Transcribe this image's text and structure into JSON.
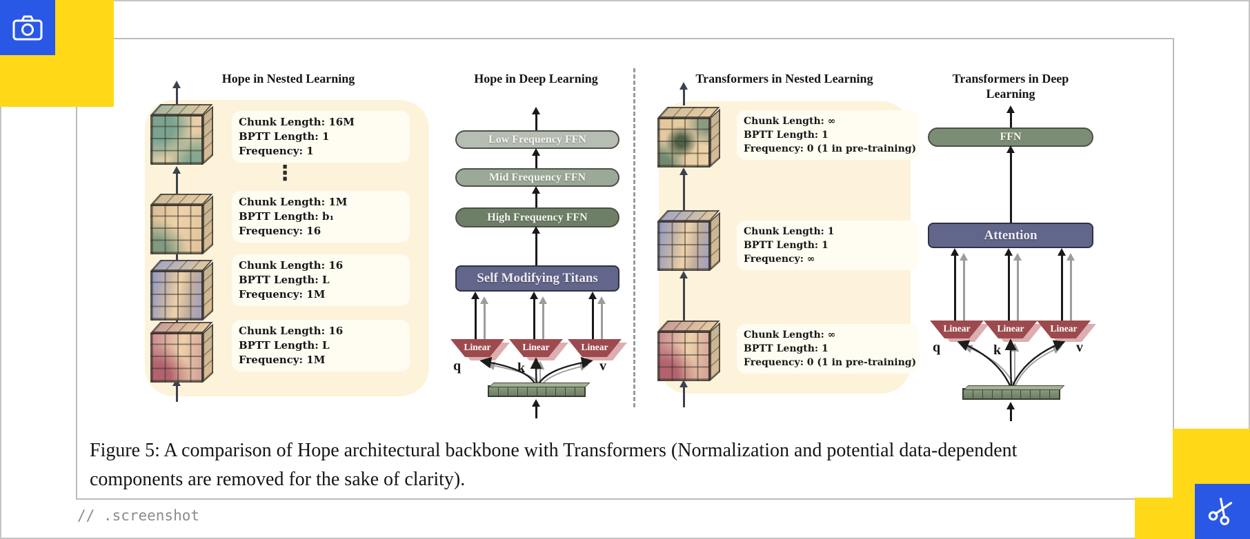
{
  "accent_colors": {
    "yellow": "#FFD917",
    "blue": "#2A58E6",
    "frame_gray": "#C4C4C4",
    "cream_panel": "#FCF3DA",
    "pill_low": "#B6BDB3",
    "pill_mid": "#9CA998",
    "pill_high": "#6E7F68",
    "pill_ffn": "#7C8D75",
    "slate_block": "#61668A",
    "linear_red": "#9D4A4E",
    "embedding_green": "#76866D"
  },
  "icons": {
    "top_left": "camera-icon",
    "bottom_right": "scissors-icon"
  },
  "screenshot_label": "// .screenshot",
  "figure": {
    "caption_line1": "Figure 5: A comparison of Hope architectural backbone with Transformers (Normalization and potential data-dependent",
    "caption_line2": "components are removed for the sake of clarity).",
    "hope_nested": {
      "title": "Hope in Nested Learning",
      "ellipsis": "⋮",
      "blocks": [
        {
          "line1": "Chunk Length: 16M",
          "line2": "BPTT Length: 1",
          "line3": "Frequency: 1"
        },
        {
          "line1": "Chunk Length: 1M",
          "line2": "BPTT Length: b₁",
          "line3": "Frequency: 16"
        },
        {
          "line1": "Chunk Length: 16",
          "line2": "BPTT Length: L",
          "line3": "Frequency: 1M"
        },
        {
          "line1": "Chunk Length: 16",
          "line2": "BPTT Length: L",
          "line3": "Frequency: 1M"
        }
      ]
    },
    "hope_deep": {
      "title": "Hope in Deep Learning",
      "layer1": "Low Frequency FFN",
      "layer2": "Mid Frequency FFN",
      "layer3": "High Frequency FFN",
      "layer4": "Self Modifying Titans",
      "linear": "Linear",
      "q": "q",
      "k": "k",
      "v": "v"
    },
    "transformers_nested": {
      "title": "Transformers in Nested Learning",
      "blocks": [
        {
          "line1": "Chunk Length: ∞",
          "line2": "BPTT Length: 1",
          "line3": "Frequency: 0 (1 in pre-training)"
        },
        {
          "line1": "Chunk Length: 1",
          "line2": "BPTT Length: 1",
          "line3": "Frequency: ∞"
        },
        {
          "line1": "Chunk Length: ∞",
          "line2": "BPTT Length: 1",
          "line3": "Frequency: 0 (1 in pre-training)"
        }
      ]
    },
    "transformers_deep": {
      "title": "Transformers in Deep Learning",
      "layer1": "FFN",
      "layer2": "Attention",
      "linear": "Linear",
      "q": "q",
      "k": "k",
      "v": "v"
    }
  }
}
